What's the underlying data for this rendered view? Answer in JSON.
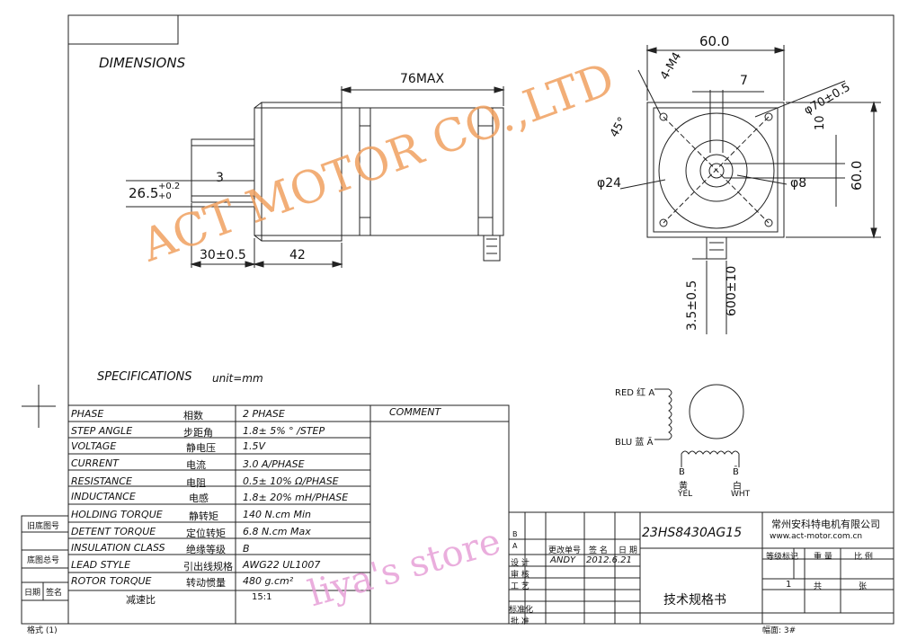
{
  "headings": {
    "dimensions": "DIMENSIONS",
    "specifications": "SPECIFICATIONS",
    "unit": "unit=mm"
  },
  "dims": {
    "len_76": "76MAX",
    "d26": "26.5",
    "d26_tol_up": "+0.2",
    "d26_tol_dn": "+0",
    "d3": "3",
    "d30": "30±0.5",
    "d42": "42",
    "d60_top": "60.0",
    "d4m4": "4-M4",
    "d7": "7",
    "d70": "φ70±0.5",
    "d10": "10",
    "d60_side": "60.0",
    "ang45": "45°",
    "d24": "φ24",
    "d8": "φ8",
    "d35": "3.5±0.5",
    "d600": "600±10"
  },
  "specs": {
    "rows": [
      {
        "en": "PHASE",
        "cn": "相数",
        "val": "2  PHASE"
      },
      {
        "en": "STEP ANGLE",
        "cn": "步距角",
        "val": "1.8± 5% ° /STEP"
      },
      {
        "en": "VOLTAGE",
        "cn": "静电压",
        "val": "1.5V"
      },
      {
        "en": "CURRENT",
        "cn": "电流",
        "val": "3.0 A/PHASE"
      },
      {
        "en": "RESISTANCE",
        "cn": "电阻",
        "val": "0.5± 10%  Ω/PHASE"
      },
      {
        "en": "INDUCTANCE",
        "cn": "电感",
        "val": "1.8± 20% mH/PHASE"
      },
      {
        "en": "HOLDING TORQUE",
        "cn": "静转矩",
        "val": "140  N.cm Min"
      },
      {
        "en": "DETENT TORQUE",
        "cn": "定位转矩",
        "val": "6.8 N.cm Max"
      },
      {
        "en": "INSULATION CLASS",
        "cn": "绝缘等级",
        "val": "B"
      },
      {
        "en": "LEAD STYLE",
        "cn": "引出线规格",
        "val": "AWG22 UL1007"
      },
      {
        "en": "ROTOR TORQUE",
        "cn": "转动惯量",
        "val": "480 g.cm²"
      },
      {
        "en": "",
        "cn": "减速比",
        "val": "15:1"
      }
    ],
    "comment": "COMMENT"
  },
  "wiring": {
    "red": "RED 红 A",
    "blu": "BLU 蓝 Ā",
    "b1": "B",
    "yellow_cn": "黄",
    "yel": "YEL",
    "b2": "B̄",
    "white_cn": "白",
    "wht": "WHT"
  },
  "left_margin": {
    "l1": "旧底图号",
    "l2": "底图总号",
    "l3": "日期",
    "l4": "签名",
    "l5": "格式 (1)"
  },
  "title_block": {
    "model": "23HS8430AG15",
    "company": "常州安科特电机有限公司",
    "website": "www.act-motor.com.cn",
    "doc_title": "技术规格书",
    "rev_mark": "B",
    "rev_a": "A",
    "h_change": "更改单号",
    "h_sign": "签 名",
    "h_date": "日 期",
    "r_design": "设 计",
    "r_check": "审 核",
    "r_process": "工 艺",
    "r_std": "标准化",
    "r_approve": "批 准",
    "designer": "ANDY",
    "design_date": "2012.6.21",
    "grade_mark": "等级标记",
    "weight": "重 量",
    "scale": "比 例",
    "sheet_count": "1",
    "total": "共",
    "sheet": "张",
    "format": "幅面: 3#"
  },
  "watermarks": {
    "main": "ACT MOTOR CO.,LTD",
    "store": "liya's store"
  }
}
